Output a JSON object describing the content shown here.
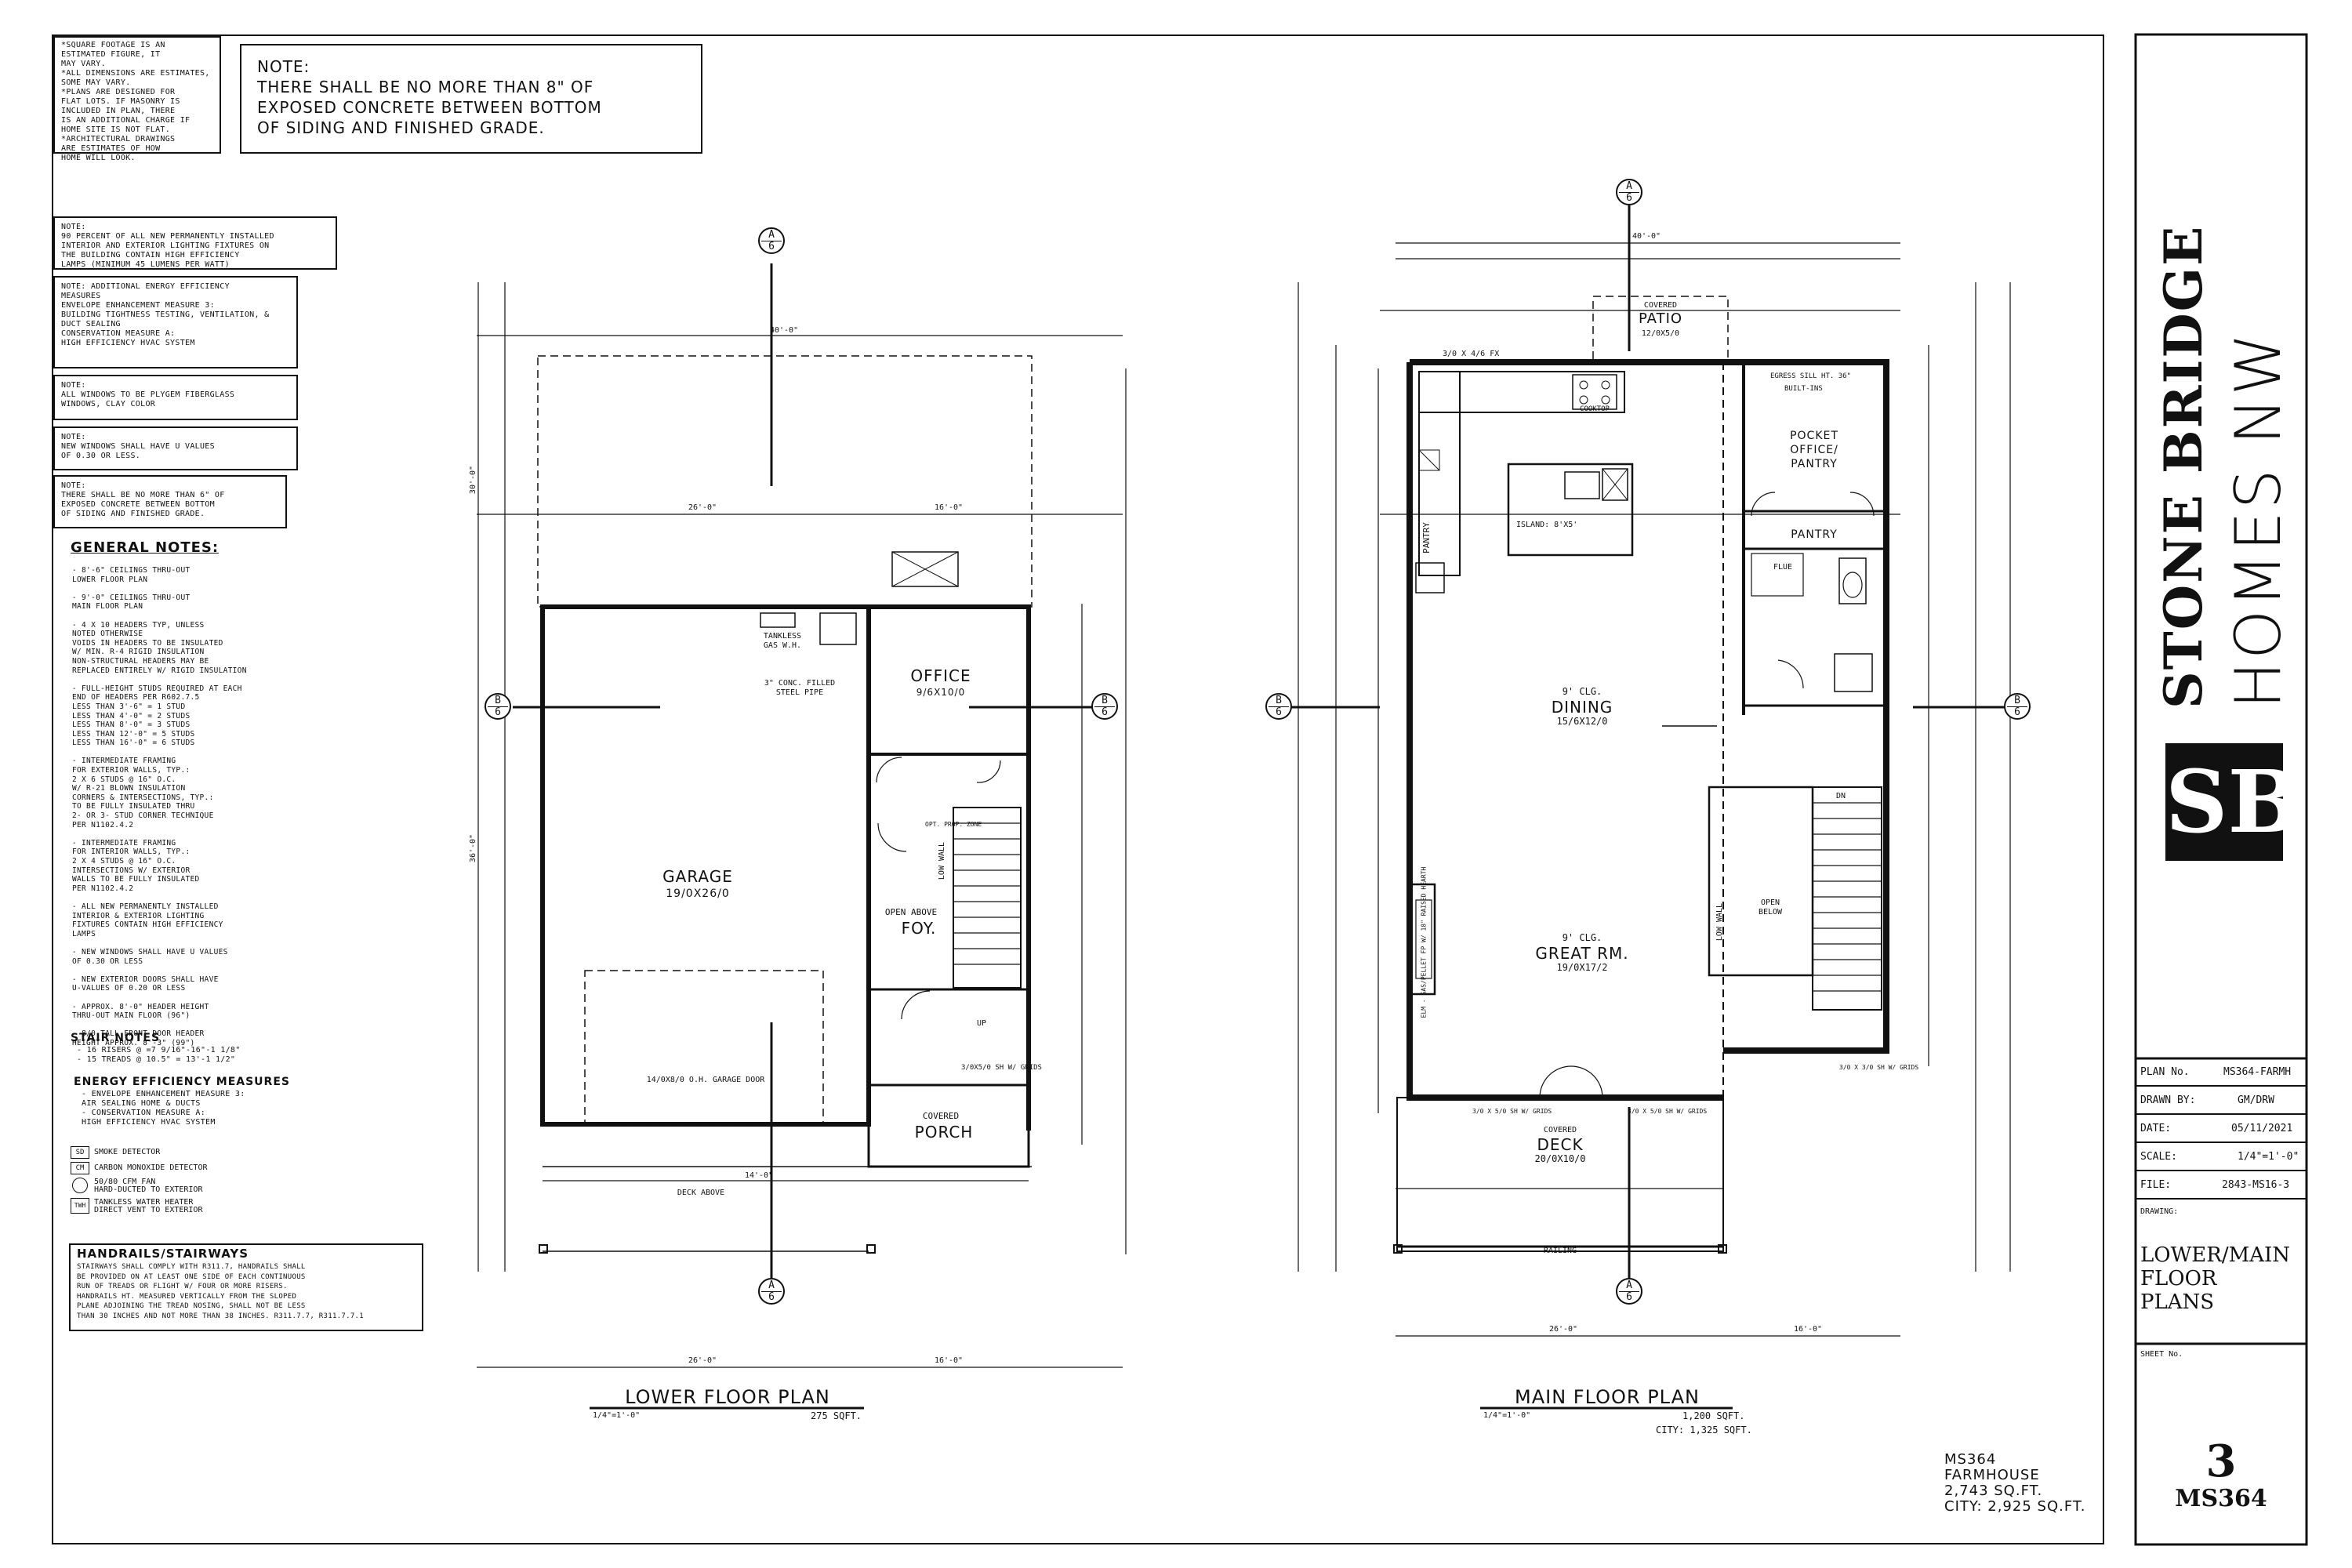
{
  "sheet_notes": {
    "top_left": [
      "*SQUARE FOOTAGE IS AN",
      "ESTIMATED FIGURE, IT",
      "MAY VARY.",
      "*ALL DIMENSIONS ARE ESTIMATES,",
      "SOME MAY VARY.",
      "*PLANS ARE DESIGNED FOR",
      "FLAT LOTS. IF MASONRY IS",
      "INCLUDED IN PLAN, THERE",
      "IS AN ADDITIONAL CHARGE IF",
      "HOME SITE IS NOT FLAT.",
      "*ARCHITECTURAL DRAWINGS",
      "ARE ESTIMATES OF HOW",
      "HOME WILL LOOK."
    ],
    "concrete_note_top": [
      "NOTE:",
      "THERE SHALL BE NO MORE THAN 8\" OF",
      "EXPOSED CONCRETE BETWEEN BOTTOM",
      "OF SIDING AND FINISHED GRADE."
    ],
    "lighting_note": [
      "NOTE:",
      "90 PERCENT OF ALL NEW PERMANENTLY INSTALLED",
      "INTERIOR AND EXTERIOR LIGHTING FIXTURES ON",
      "THE BUILDING CONTAIN HIGH EFFICIENCY",
      "LAMPS (MINIMUM 45 LUMENS PER WATT)"
    ],
    "energy_note": [
      "NOTE: ADDITIONAL ENERGY EFFICIENCY",
      "MEASURES",
      "ENVELOPE ENHANCEMENT MEASURE 3:",
      "BUILDING TIGHTNESS TESTING, VENTILATION, &",
      "DUCT SEALING",
      "CONSERVATION MEASURE A:",
      "HIGH EFFICIENCY HVAC SYSTEM"
    ],
    "windows_note": [
      "NOTE:",
      "ALL WINDOWS TO BE PLYGEM FIBERGLASS",
      "WINDOWS, CLAY COLOR"
    ],
    "u_values_note": [
      "NOTE:",
      "NEW WINDOWS SHALL HAVE U VALUES",
      "OF 0.30 OR LESS."
    ],
    "concrete_note_small": [
      "NOTE:",
      "THERE SHALL BE NO MORE THAN 6\" OF",
      "EXPOSED CONCRETE BETWEEN BOTTOM",
      "OF SIDING AND FINISHED GRADE."
    ]
  },
  "general_notes": {
    "title": "GENERAL NOTES:",
    "lines": [
      "- 8'-6\" CEILINGS THRU-OUT",
      "LOWER FLOOR PLAN",
      "",
      "- 9'-0\" CEILINGS THRU-OUT",
      "MAIN FLOOR PLAN",
      "",
      "- 4 X 10 HEADERS TYP, UNLESS",
      "NOTED OTHERWISE",
      "VOIDS IN HEADERS TO BE INSULATED",
      "W/ MIN. R-4 RIGID INSULATION",
      "NON-STRUCTURAL HEADERS MAY BE",
      "REPLACED ENTIRELY W/ RIGID INSULATION",
      "",
      "- FULL-HEIGHT STUDS REQUIRED AT EACH",
      "END OF HEADERS PER R602.7.5",
      "LESS THAN 3'-6\" = 1 STUD",
      "LESS THAN 4'-0\" = 2 STUDS",
      "LESS THAN 8'-0\" = 3 STUDS",
      "LESS THAN 12'-0\" = 5 STUDS",
      "LESS THAN 16'-0\" = 6 STUDS",
      "",
      "- INTERMEDIATE FRAMING",
      "FOR EXTERIOR WALLS, TYP.:",
      "2 X 6 STUDS @ 16\" O.C.",
      "W/ R-21 BLOWN INSULATION",
      "CORNERS & INTERSECTIONS, TYP.:",
      "TO BE FULLY INSULATED THRU",
      "2- OR 3- STUD CORNER TECHNIQUE",
      "PER N1102.4.2",
      "",
      "- INTERMEDIATE FRAMING",
      "FOR INTERIOR WALLS, TYP.:",
      "2 X 4 STUDS @ 16\" O.C.",
      "INTERSECTIONS W/ EXTERIOR",
      "WALLS TO BE FULLY INSULATED",
      "PER N1102.4.2",
      "",
      "- ALL NEW PERMANENTLY INSTALLED",
      "INTERIOR & EXTERIOR LIGHTING",
      "FIXTURES CONTAIN HIGH EFFICIENCY",
      "LAMPS",
      "",
      "- NEW WINDOWS SHALL HAVE U VALUES",
      "OF 0.30 OR LESS",
      "",
      "- NEW EXTERIOR DOORS SHALL HAVE",
      "U-VALUES OF 0.20 OR LESS",
      "",
      "- APPROX. 8'-0\" HEADER HEIGHT",
      "THRU-OUT MAIN FLOOR (96\")",
      "",
      "- 8/0 TALL FRONT DOOR HEADER",
      "HEIGHT APPROX. 8'-3\" (99\")"
    ],
    "stair_title": "STAIR NOTES",
    "stair_lines": [
      "- 16 RISERS @ =7 9/16\"-16\"-1 1/8\"",
      "- 15 TREADS @ 10.5\" = 13'-1 1/2\""
    ],
    "energy_title": "ENERGY EFFICIENCY MEASURES",
    "energy_lines": [
      "- ENVELOPE ENHANCEMENT MEASURE 3:",
      "AIR SEALING HOME & DUCTS",
      "- CONSERVATION MEASURE A:",
      "HIGH EFFICIENCY HVAC SYSTEM"
    ]
  },
  "legend": [
    {
      "symbol": "SD",
      "label": "SMOKE DETECTOR"
    },
    {
      "symbol": "CM",
      "label": "CARBON MONOXIDE DETECTOR"
    },
    {
      "symbol": "fan-icon",
      "label": "50/80 CFM FAN",
      "label2": "HARD-DUCTED TO EXTERIOR"
    },
    {
      "symbol": "TWH",
      "label": "TANKLESS WATER HEATER",
      "label2": "DIRECT VENT TO EXTERIOR"
    }
  ],
  "handrails": {
    "title": "HANDRAILS/STAIRWAYS",
    "lines": [
      "STAIRWAYS SHALL COMPLY WITH R311.7, HANDRAILS SHALL",
      "BE PROVIDED ON AT LEAST ONE SIDE OF EACH CONTINUOUS",
      "RUN OF TREADS OR FLIGHT W/ FOUR OR MORE RISERS.",
      "HANDRAILS HT. MEASURED VERTICALLY FROM THE SLOPED",
      "PLANE ADJOINING THE TREAD NOSING, SHALL NOT BE LESS",
      "THAN 30 INCHES AND NOT MORE THAN 38 INCHES. R311.7.7, R311.7.7.1"
    ]
  },
  "lower_plan": {
    "title": "LOWER FLOOR PLAN",
    "scale": "1/4\"=1'-0\"",
    "sqft": "275 SQFT.",
    "dim_top": "40'-0\"",
    "dim_a": "26'-0\"",
    "dim_b": "16'-0\"",
    "dim_bottom": "14'-0\"",
    "dim_deck": "DECK ABOVE",
    "dim_side": "30'-0\"",
    "dim_side2": "36'-0\"",
    "garage_name": "GARAGE",
    "garage_size": "19/0X26/0",
    "tankless": "TANKLESS",
    "tankless2": "GAS W.H.",
    "pipe1": "3\" CONC. FILLED",
    "pipe2": "STEEL PIPE",
    "office_name": "OFFICE",
    "office_size": "9/6X10/0",
    "foyer_name": "FOY.",
    "foyer_above": "OPEN ABOVE",
    "garage_door": "14/0X8/0 O.H. GARAGE DOOR",
    "porch1": "COVERED",
    "porch2": "PORCH",
    "low_wall": "LOW WALL",
    "up": "UP",
    "opt_zone": "OPT. PROP. ZONE",
    "grids": "3/0X5/0 SH W/ GRIDS"
  },
  "main_plan": {
    "title": "MAIN FLOOR PLAN",
    "scale": "1/4\"=1'-0\"",
    "sqft": "1,200 SQFT.",
    "city": "CITY: 1,325 SQFT.",
    "dim_top": "40'-0\"",
    "dim_a": "26'-0\"",
    "dim_b": "16'-0\"",
    "patio1": "COVERED",
    "patio2": "PATIO",
    "patio3": "12/0X5/0",
    "fx": "3/0 X 4/6 FX",
    "egress": "EGRESS SILL HT. 36\"",
    "built_ins": "BUILT-INS",
    "cooktop": "COOKTOP",
    "island": "ISLAND: 8'X5'",
    "pocket1": "POCKET",
    "pocket2": "OFFICE/",
    "pocket3": "PANTRY",
    "pantry": "PANTRY",
    "pantry_v": "PANTRY",
    "flue": "FLUE",
    "dining_clg": "9' CLG.",
    "dining_name": "DINING",
    "dining_size": "15/6X12/0",
    "great_clg": "9' CLG.",
    "great_name": "GREAT RM.",
    "great_size": "19/0X17/2",
    "open1": "OPEN",
    "open2": "BELOW",
    "low_wall": "LOW WALL",
    "dn": "DN",
    "deck1": "COVERED",
    "deck2": "DECK",
    "deck3": "20/0X10/0",
    "railing": "RAILING",
    "fireplace": "ELM - GAS/PELLET FP W/ 18\" RAISED HEARTH",
    "sh_left": "3/0 X 5/0 SH W/ GRIDS",
    "sh_right": "3/0 X 5/0 SH W/ GRIDS",
    "sh_right2": "3/0 X 3/0 SH W/ GRIDS"
  },
  "project_label": {
    "line1": "MS364",
    "line2": "FARMHOUSE",
    "line3": "2,743 SQ.FT.",
    "line4": "CITY: 2,925 SQ.FT."
  },
  "title_block": {
    "brand1": "STONE BRIDGE",
    "brand2": "HOMES NW",
    "logo": "SB",
    "rows": [
      {
        "k": "PLAN No.",
        "v": "MS364-FARMH"
      },
      {
        "k": "DRAWN BY:",
        "v": "GM/DRW"
      },
      {
        "k": "DATE:",
        "v": "05/11/2021"
      },
      {
        "k": "SCALE:",
        "v": "1/4\"=1'-0\""
      },
      {
        "k": "FILE:",
        "v": "2843-MS16-3"
      }
    ],
    "drawing_label": "DRAWING:",
    "drawing_title1": "LOWER/MAIN",
    "drawing_title2": "FLOOR",
    "drawing_title3": "PLANS",
    "sheet_label": "SHEET No.",
    "sheet_no": "3",
    "sheet_code": "MS364"
  },
  "section_marks": {
    "upper": "A",
    "lower": "6",
    "right_upper": "B",
    "right_lower": "6"
  }
}
